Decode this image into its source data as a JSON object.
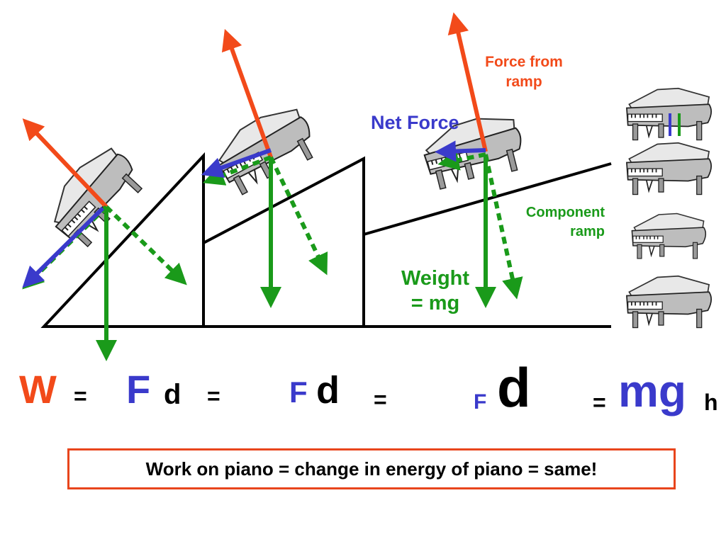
{
  "colors": {
    "ramp_force": "#f24a1a",
    "net_force": "#3a3acb",
    "weight": "#1a9a1a",
    "component": "#1a9a1a",
    "ground": "#000000",
    "work_W": "#f24a1a",
    "symbol_blue": "#3a3acb"
  },
  "labels": {
    "force_from_ramp": "Force from\nramp",
    "net_force": "Net Force",
    "component": "Component\nramp",
    "weight": "Weight\n= mg"
  },
  "equation": {
    "W": "W",
    "eq1": "=",
    "F1": "F",
    "d1": "d",
    "eq2": "=",
    "F2": "F",
    "d2": "d",
    "eq3": "=",
    "F3": "F",
    "d3": "d",
    "eq4": "=",
    "mg": "mg",
    "h": "h"
  },
  "summary": "Work on piano = change in energy of piano = same!",
  "icons": {
    "piano": "grand-piano-icon",
    "arrow": "force-arrow-icon"
  }
}
